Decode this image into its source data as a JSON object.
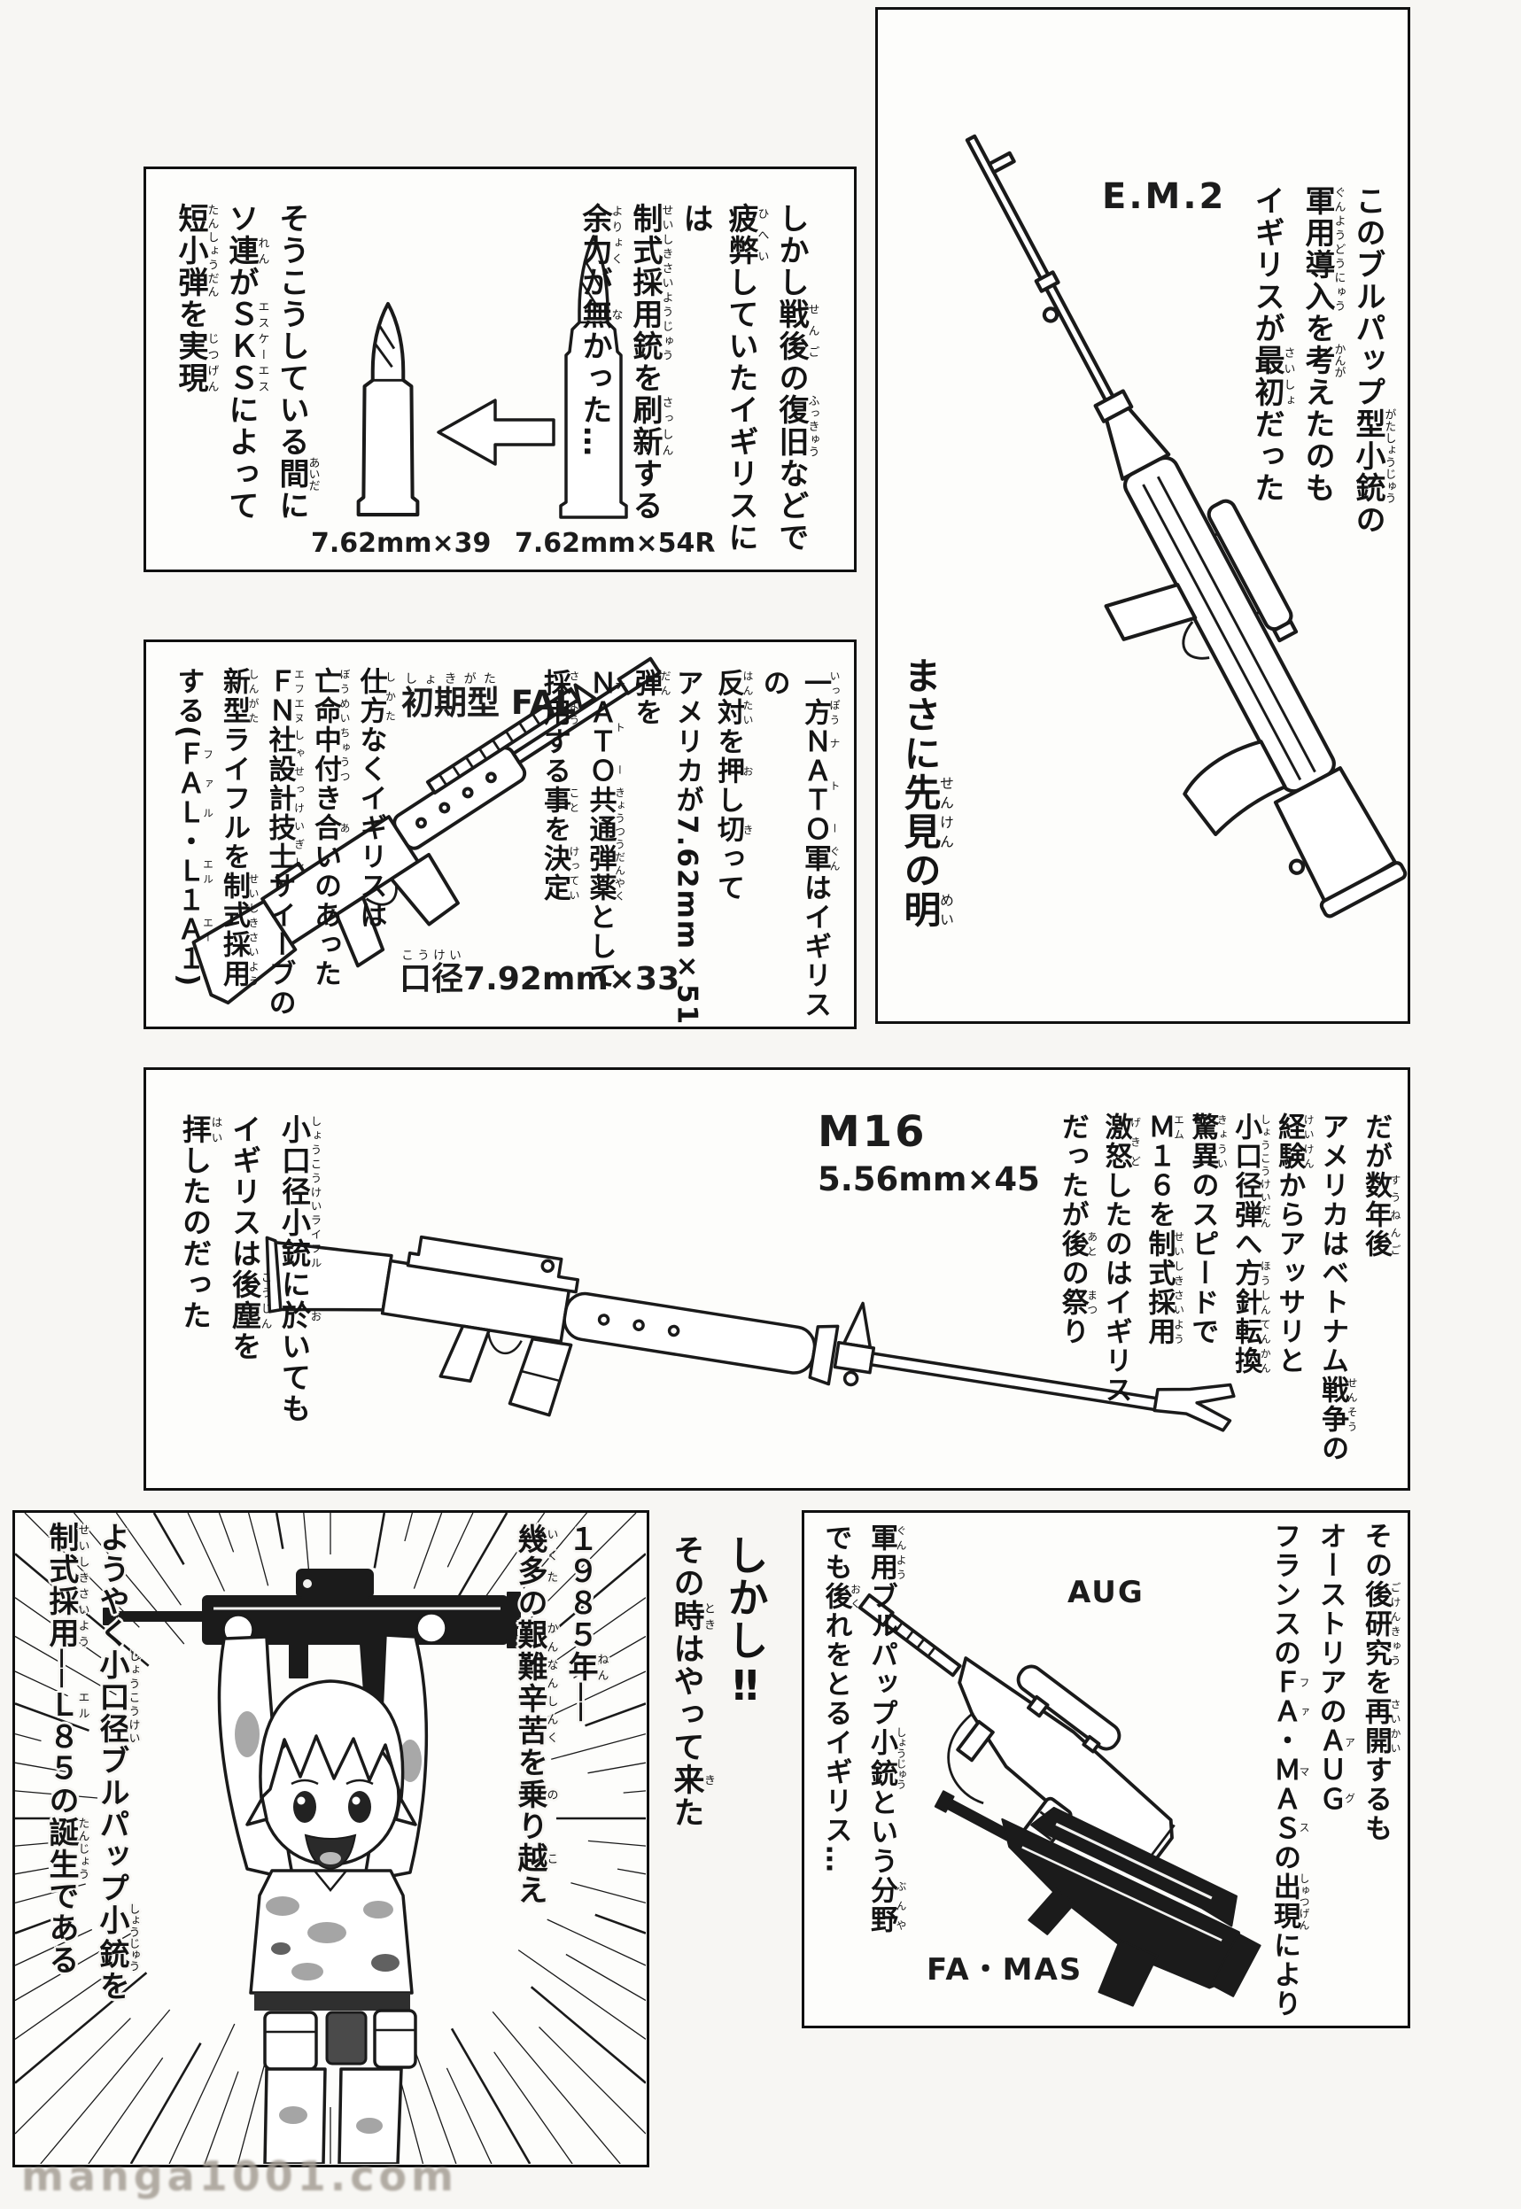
{
  "colors": {
    "ink": "#141414",
    "paper": "#f7f6f3",
    "panel": "#fdfdfb"
  },
  "watermark": "manga1001.com",
  "panel_em2": {
    "caption": [
      "このブルパップ⟦型小銃|がたしょうじゅう⟧の",
      "⟦軍用導入|ぐんようどうにゅう⟧を⟦考|かんが⟧えたのも",
      "イギリスが⟦最初|さいしょ⟧だった"
    ],
    "label": "E.M.2",
    "tagline": "まさに⟦先見|せんけん⟧の⟦明|めい⟧"
  },
  "panel_bullets": {
    "caption": [
      "しかし⟦戦後|せんご⟧の⟦復旧|ふっきゅう⟧などで",
      "⟦疲弊|ひへい⟧していたイギリスには",
      "⟦制式採用銃|せいしきさいようじゅう⟧を⟦刷新|さっしん⟧する",
      "⟦余力|よりょく⟧が⟦無|な⟧かった…"
    ],
    "note": [
      "そうこうしている⟦間|あいだ⟧に",
      "ソ⟦連|れん⟧が⟦ＳＫＳ|エスケーエス⟧によって",
      "⟦短小弾|たんしょうだん⟧を⟦実現|じつげん⟧"
    ],
    "cartridge_small_label": "7.62mm×39",
    "cartridge_large_label": "7.62mm×54R"
  },
  "panel_fal": {
    "right_text": [
      "⟦一方|いっぽう⟧⟦ＮＡＴＯ|ナトー⟧⟦軍|ぐん⟧はイギリスの",
      "⟦反対|はんたい⟧を⟦押|お⟧し⟦切|き⟧って",
      "アメリカが7.62mm×51⟦弾|だん⟧を",
      "⟦ＮＡＴＯ|ナトー⟧⟦共通弾薬|きょうつうだんやく⟧として",
      "⟦採用|さいよう⟧する⟦事|こと⟧を⟦決定|けってい⟧"
    ],
    "left_text": [
      "⟦仕方|しかた⟧なくイギリスは",
      "⟦亡命中付|ぼうめいちゅうつ⟧き⟦合|あ⟧いのあった",
      "⟦ＦＮ|エフエヌ⟧⟦社設計技士|しゃせっけいぎし⟧サイーブの",
      "⟦新型|しんがた⟧ライフルを⟦制式採用|せいしきさいよう⟧",
      "する(⟦ＦＡＬ|ファル⟧・⟦Ｌ|エル⟧１⟦Ａ|エー⟧１)"
    ],
    "type_label": "⟦初期型|しょきがた⟧ FAL",
    "caliber_label": "⟦口径|こうけい⟧7.92mm×33"
  },
  "panel_m16": {
    "right_text": [
      "だが⟦数年後|すうねんご⟧",
      "アメリカはベトナム⟦戦争|せんそう⟧の",
      "⟦経験|けいけん⟧からアッサリと",
      "⟦小口径弾|しょうこうけいだん⟧へ⟦方針転換|ほうしんてんかん⟧",
      "⟦驚異|きょうい⟧のスピードで",
      "⟦Ｍ|エム⟧１６を⟦制式採用|せいしきさいよう⟧",
      "⟦激怒|げきど⟧したのはイギリス",
      "だったが⟦後|あと⟧の⟦祭|まつ⟧り"
    ],
    "left_text": [
      "⟦小口径小銃|しょうこうけいライフル⟧に⟦於|お⟧いても",
      "イギリスは⟦後塵|こうじん⟧を",
      "⟦拝|はい⟧したのだった"
    ],
    "label": "M16",
    "caliber_label": "5.56mm×45"
  },
  "panel_aug": {
    "right_text": [
      "その⟦後研究|ごけんきゅう⟧を⟦再開|さいかい⟧するも",
      "オーストリアの⟦ＡＵＧ|アグ⟧",
      "フランスの⟦ＦＡ|ファ⟧・⟦ＭＡＳ|マス⟧の⟦出現|しゅつげん⟧により"
    ],
    "left_text": [
      "⟦軍用|ぐんよう⟧ブルパップ⟦小銃|しょうじゅう⟧という⟦分野|ぶんや⟧",
      "でも⟦後|おく⟧れをとるイギリス…"
    ],
    "label_aug": "AUG",
    "label_famas": "FA・MAS"
  },
  "interjection": [
    "しかし‼",
    "その⟦時|とき⟧はやって⟦来|き⟧た"
  ],
  "panel_l85": {
    "right_text": [
      "１９８５⟦年|ねん⟧──",
      "⟦幾多|いくた⟧の⟦艱難辛苦|かんなんしんく⟧を⟦乗|の⟧り⟦越|こ⟧え"
    ],
    "left_text": [
      "ようやく⟦小口径|しょうこうけい⟧ブルパップ⟦小銃|しょうじゅう⟧を",
      "⟦制式採用|せいしきさいよう⟧──⟦Ｌ|エル⟧８５の⟦誕生|たんじょう⟧である"
    ]
  }
}
